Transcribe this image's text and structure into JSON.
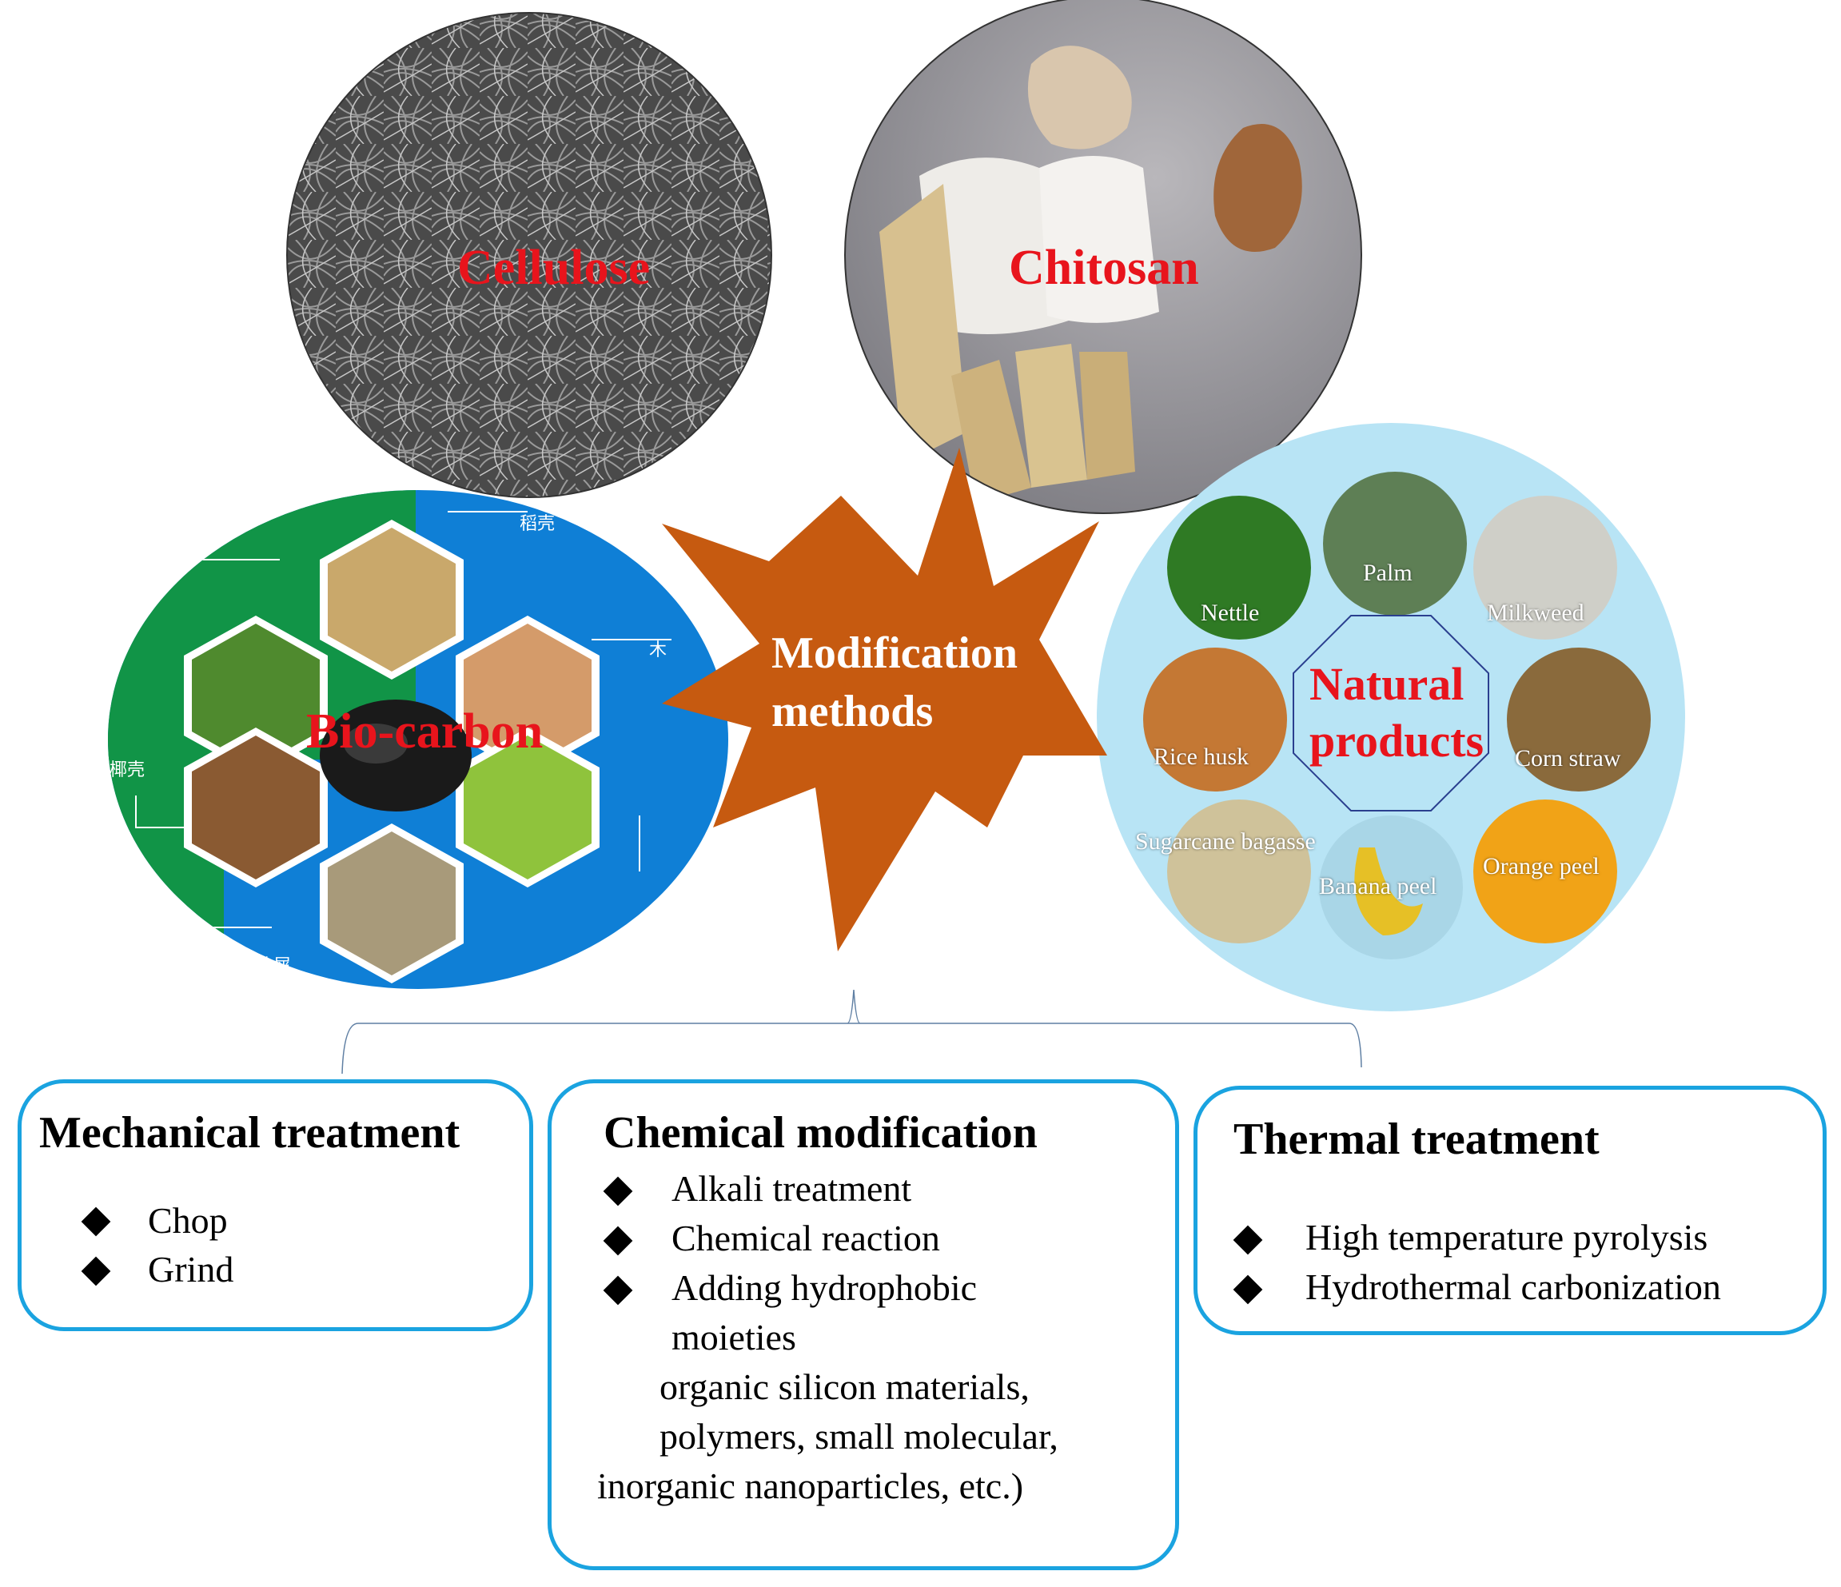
{
  "top_circles": {
    "cellulose_label": "Cellulose",
    "chitosan_label": "Chitosan"
  },
  "center": {
    "line1": "Modification",
    "line2": "methods",
    "color": "#c65a10"
  },
  "biocarbon": {
    "label": "Bio-carbon",
    "tag_top": "稻壳",
    "tag_right": "木",
    "tag_left": "椰壳",
    "tag_bottom": "竹屑"
  },
  "natural": {
    "label_line1": "Natural",
    "label_line2": "products",
    "items": [
      "Nettle",
      "Palm",
      "Milkweed",
      "Rice husk",
      "Corn straw",
      "Sugarcane bagasse",
      "Banana peel",
      "Orange peel"
    ]
  },
  "boxes": {
    "mechanical": {
      "title": "Mechanical treatment",
      "items": [
        "Chop",
        "Grind"
      ]
    },
    "chemical": {
      "title": "Chemical modification",
      "items": [
        "Alkali treatment",
        "Chemical reaction",
        "Adding hydrophobic"
      ],
      "continuation": [
        "moieties",
        "organic silicon materials,",
        "polymers, small molecular,",
        "inorganic nanoparticles, etc.)"
      ]
    },
    "thermal": {
      "title": "Thermal treatment",
      "items": [
        "High temperature pyrolysis",
        "Hydrothermal carbonization"
      ]
    }
  },
  "colors": {
    "accent_blue": "#1aa3e0",
    "label_red": "#e8141c",
    "star_orange": "#c65a10",
    "biocarbon_green": "#119447",
    "biocarbon_blue": "#0f7fd6",
    "natural_bg": "#b8e4f5"
  }
}
